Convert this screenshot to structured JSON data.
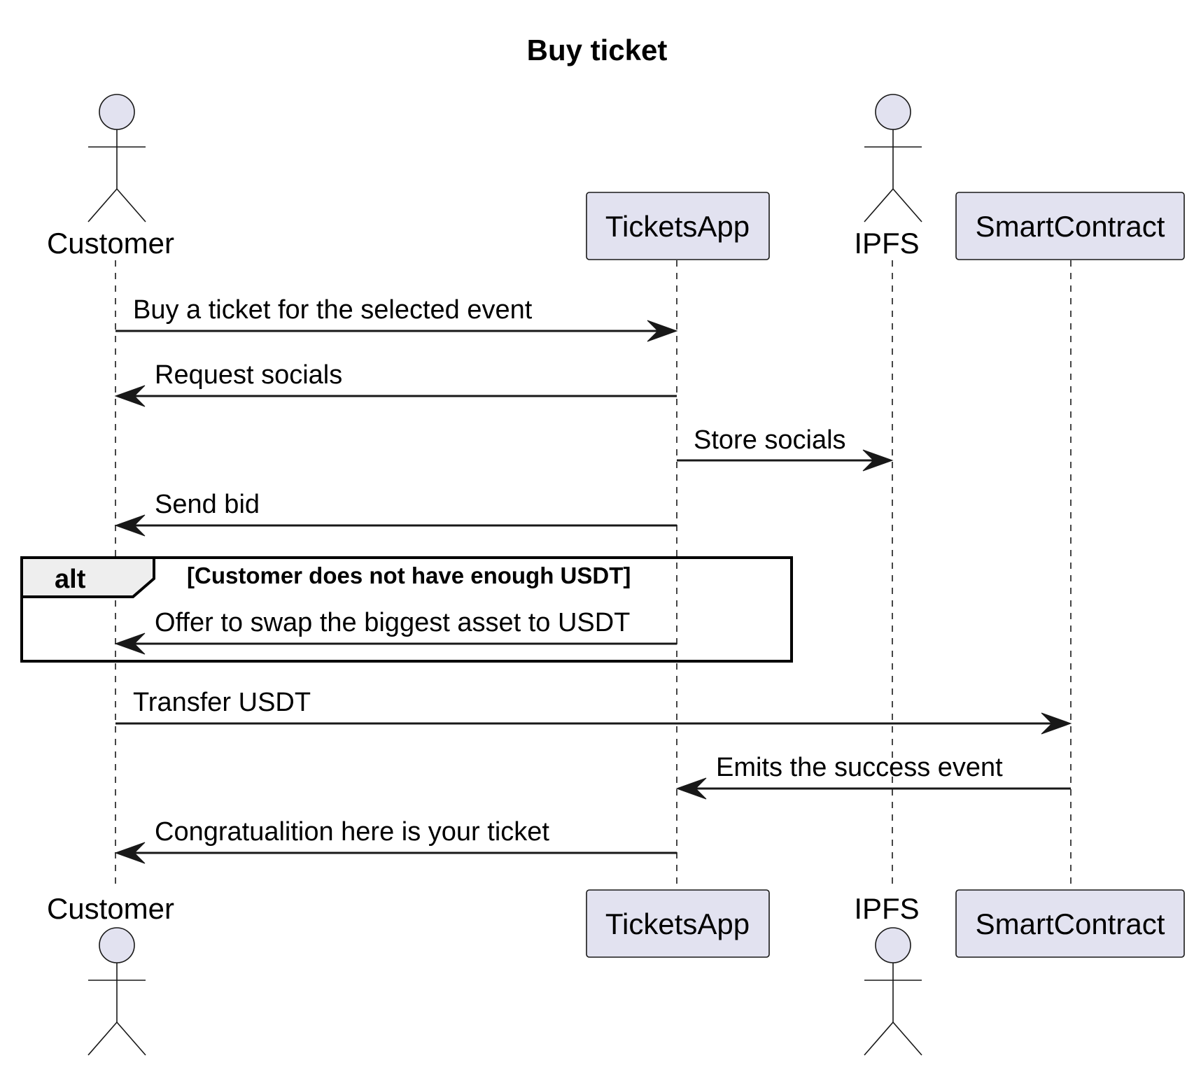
{
  "diagram": {
    "title": "Buy ticket",
    "participants": [
      {
        "id": "customer",
        "kind": "actor",
        "name": "Customer"
      },
      {
        "id": "ticketsapp",
        "kind": "participant",
        "name": "TicketsApp"
      },
      {
        "id": "ipfs",
        "kind": "actor",
        "name": "IPFS"
      },
      {
        "id": "smartcontract",
        "kind": "participant",
        "name": "SmartContract"
      }
    ],
    "messages": [
      {
        "from": "customer",
        "to": "ticketsapp",
        "text": "Buy a ticket for the selected event"
      },
      {
        "from": "ticketsapp",
        "to": "customer",
        "text": "Request socials"
      },
      {
        "from": "ticketsapp",
        "to": "ipfs",
        "text": "Store socials"
      },
      {
        "from": "ticketsapp",
        "to": "customer",
        "text": "Send bid"
      },
      {
        "from": "ticketsapp",
        "to": "customer",
        "text": "Offer to swap the biggest asset to USDT",
        "in_fragment": true
      },
      {
        "from": "customer",
        "to": "smartcontract",
        "text": "Transfer USDT"
      },
      {
        "from": "smartcontract",
        "to": "ticketsapp",
        "text": "Emits the success event"
      },
      {
        "from": "ticketsapp",
        "to": "customer",
        "text": "Congratualition here is your ticket"
      }
    ],
    "fragment": {
      "keyword": "alt",
      "guard": "[Customer does not have enough USDT]"
    },
    "colors": {
      "participant_fill": "#E2E2F0",
      "line": "#181818",
      "fragment_tab": "#EEEEEE"
    }
  }
}
